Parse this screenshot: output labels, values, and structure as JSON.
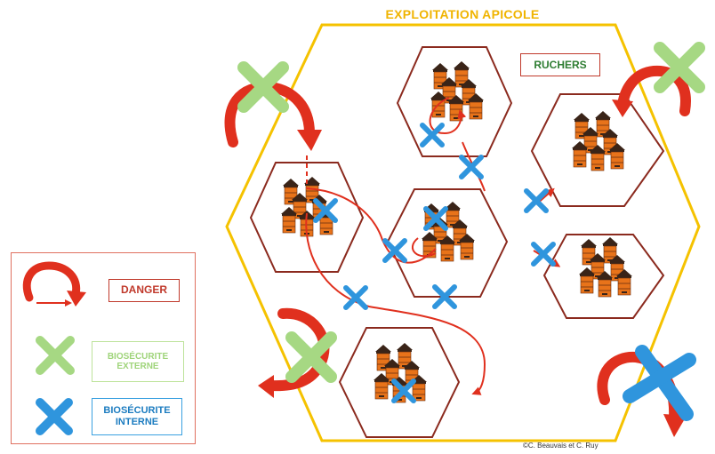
{
  "title": "EXPLOITATION APICOLE",
  "ruchers_label": "RUCHERS",
  "legend": {
    "danger": "DANGER",
    "biosecurite_externe": "BIOSÉCURITE EXTERNE",
    "biosecurite_interne": "BIOSÉCURITE INTERNE"
  },
  "credit": "©C. Beauvais et C. Ruy",
  "colors": {
    "exploitation_border": "#f5c200",
    "rucher_border": "#8b2a1e",
    "hive_body": "#e8731a",
    "hive_roof": "#3a2418",
    "danger_arrow": "#e0301e",
    "biosecurite_externe": "#a6d883",
    "biosecurite_interne": "#2f95dd"
  },
  "icons": {
    "danger": "curved-arrow-icon",
    "biosecurite_externe": "green-cross-icon",
    "biosecurite_interne": "blue-cross-icon",
    "rucher": "hive-icon"
  }
}
